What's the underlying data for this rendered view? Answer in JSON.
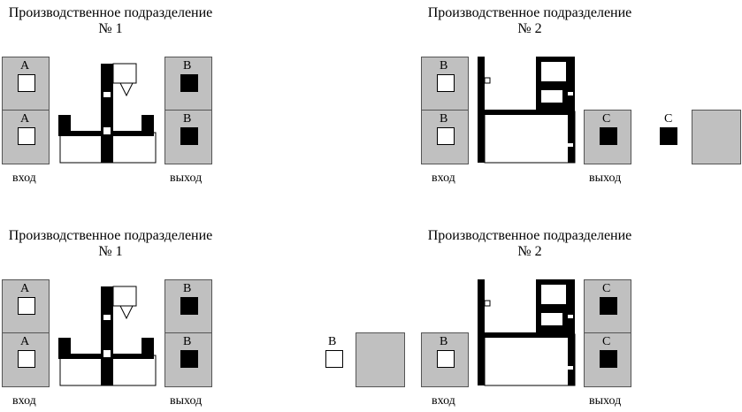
{
  "units": [
    {
      "title_line1": "Производственное подразделение",
      "title_line2": "№ 1",
      "inbox_letters": [
        "A",
        "A"
      ],
      "outbox_letters": [
        "B",
        "B"
      ],
      "in_label": "вход",
      "out_label": "выход"
    },
    {
      "title_line1": "Производственное подразделение",
      "title_line2": "№ 2",
      "inbox_letters": [
        "B",
        "B"
      ],
      "outbox_letters": [
        "C"
      ],
      "extra_letter": "C",
      "in_label": "вход",
      "out_label": "выход"
    },
    {
      "title_line1": "Производственное подразделение",
      "title_line2": "№ 1",
      "inbox_letters": [
        "A",
        "A"
      ],
      "outbox_letters": [
        "B",
        "B"
      ],
      "in_label": "вход",
      "out_label": "выход"
    },
    {
      "title_line1": "Производственное подразделение",
      "title_line2": "№ 2",
      "inbox_letters": [
        "B"
      ],
      "outbox_letters": [
        "C",
        "C"
      ],
      "extra_letter": "B",
      "in_label": "вход",
      "out_label": "выход"
    }
  ],
  "colors": {
    "box": "#c0c0c0",
    "ink": "#000000",
    "paper": "#ffffff"
  }
}
